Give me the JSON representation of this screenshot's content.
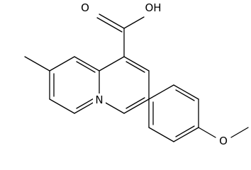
{
  "structure": {
    "atoms": {
      "n_label": "N",
      "carboxyl_oh_label": "OH",
      "carboxyl_o_label": "O",
      "methoxy_o_label": "O"
    },
    "colors": {
      "bond": "#000000",
      "background": "#ffffff"
    }
  }
}
